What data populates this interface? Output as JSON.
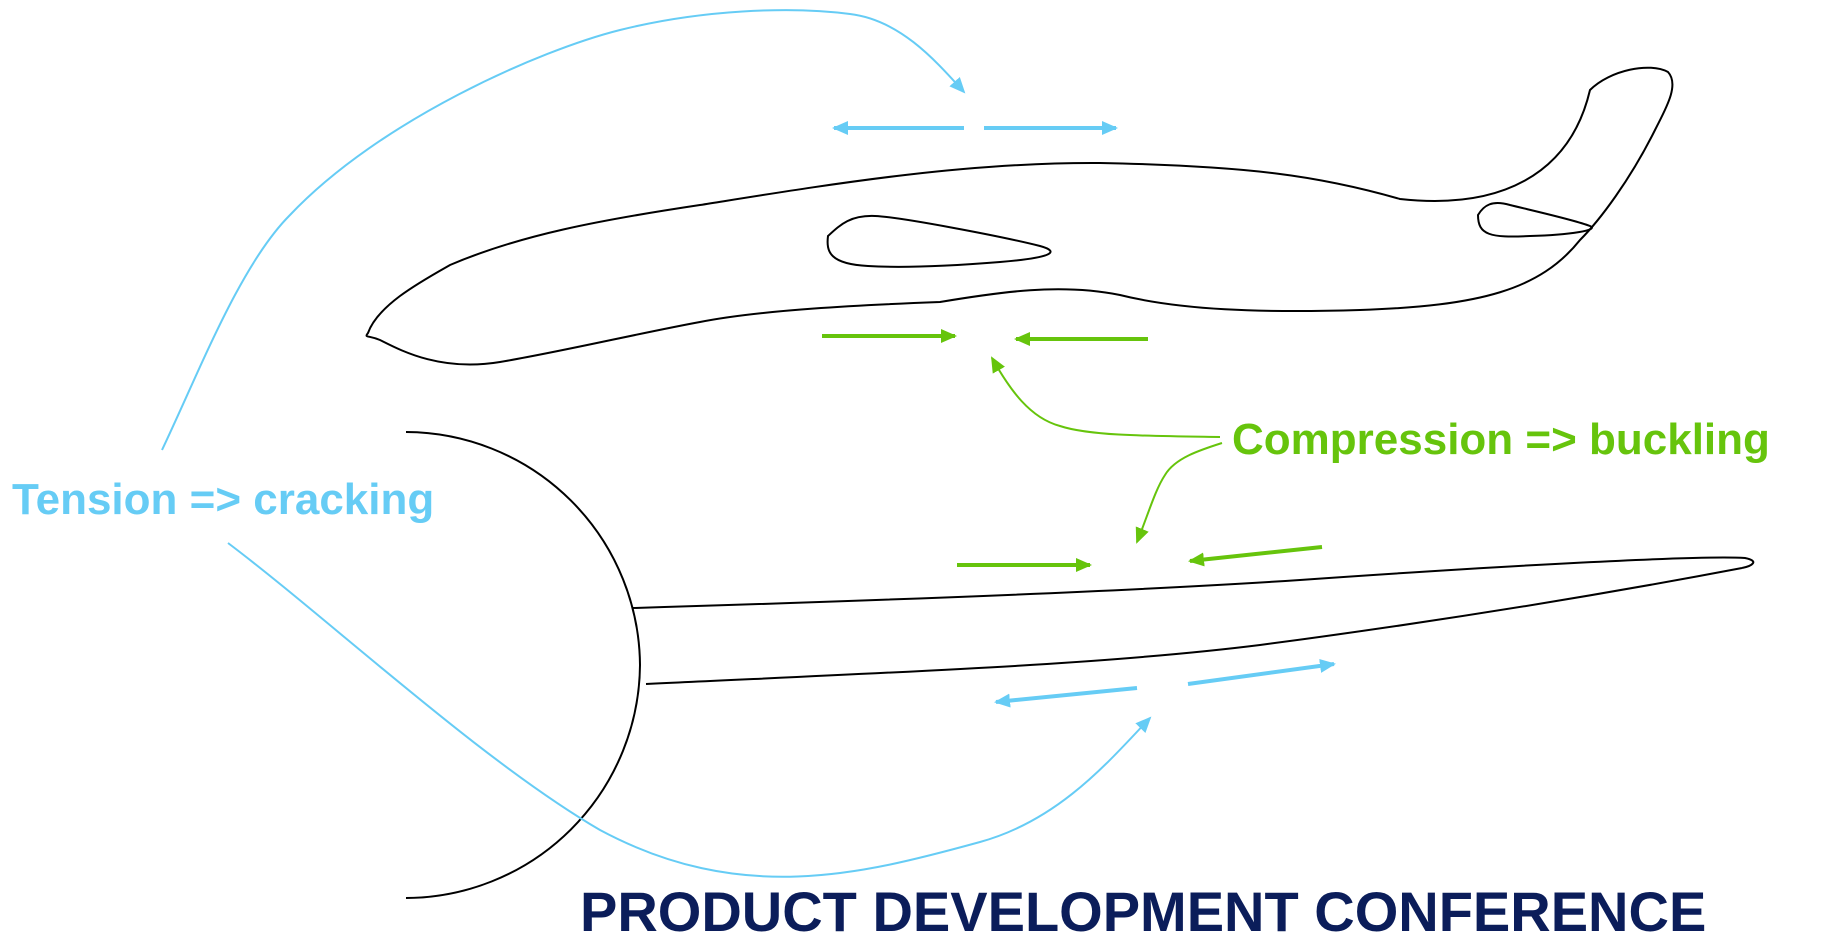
{
  "diagram": {
    "labels": {
      "tension": "Tension => cracking",
      "compression": "Compression => buckling",
      "footer": "PRODUCT DEVELOPMENT CONFERENCE"
    },
    "colors": {
      "tension": "#66ccf5",
      "compression": "#66c40c",
      "outline": "#000000",
      "footer": "#0b1d5a"
    }
  }
}
